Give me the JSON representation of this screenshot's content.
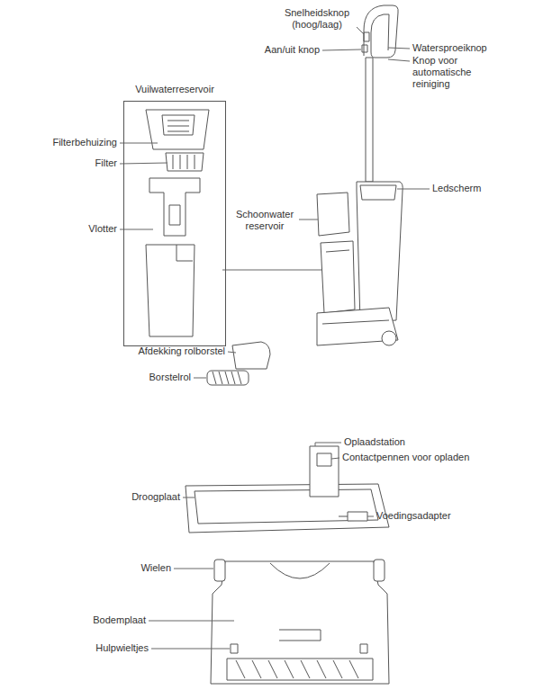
{
  "diagram": {
    "nodes": [
      {
        "text": [
          "Vuilwaterreservoir"
        ]
      }
    ],
    "labels": [
      "Snelheidsknop (hoog/laag)",
      "Aan/uit knop",
      "Watersproeiknop",
      "Knop voor automatische reiniging",
      "Ledscherm",
      "Schoonwater reservoir",
      "Afdekking rolborstel",
      "Borstelrol",
      "Oplaadstation",
      "Contactpennen voor opladen",
      "Droogplaat",
      "Voedingsadapter",
      "Wielen",
      "Bodemplaat",
      "Hulpwieltjes",
      "Filterbehuizing",
      "Filter",
      "Vlotter"
    ]
  }
}
